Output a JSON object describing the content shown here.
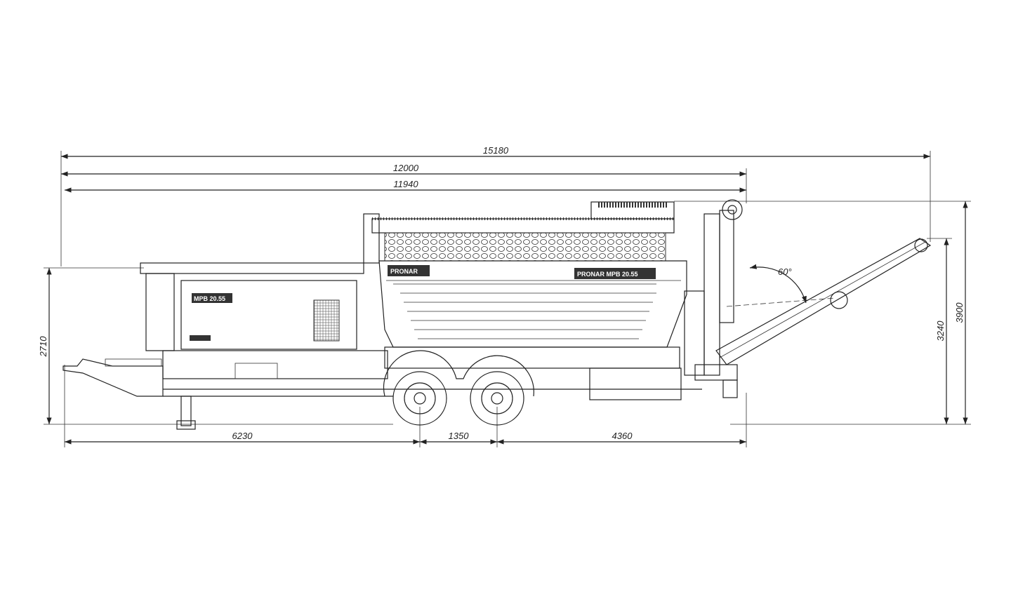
{
  "drawing": {
    "dimensions": {
      "overall_length": "15180",
      "length_transport": "12000",
      "length_body": "11940",
      "front_to_axle": "6230",
      "axle_spacing": "1350",
      "axle_to_rear": "4360",
      "height_front": "2710",
      "height_body": "3240",
      "height_max": "3900",
      "conveyor_angle": "60°"
    },
    "labels": {
      "brand_badge": "PRONAR",
      "side_model_badge": "PRONAR MPB 20.55",
      "front_model_badge": "MPB 20.55"
    },
    "colors": {
      "line": "#222222",
      "background": "#ffffff"
    }
  }
}
